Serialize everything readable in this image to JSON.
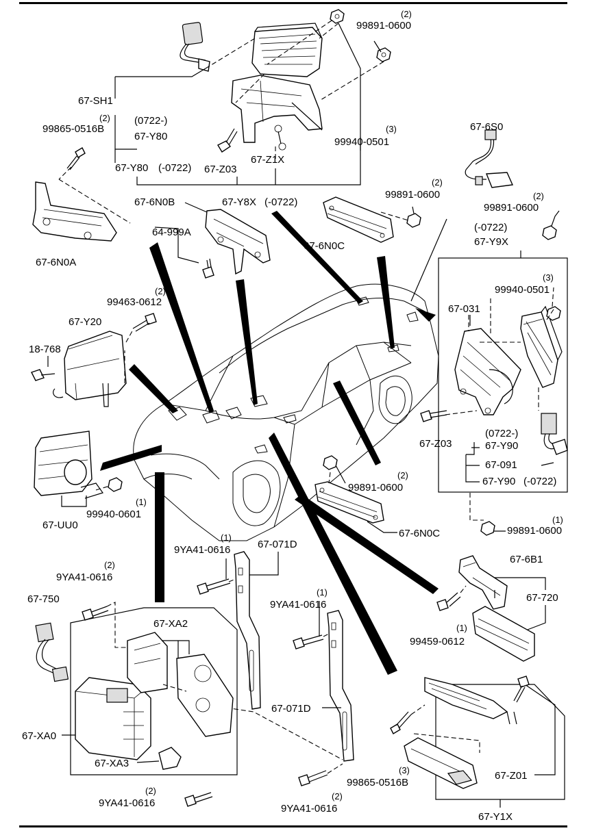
{
  "labels": {
    "sh1": "67-SH1",
    "q0722a": "(0722-)",
    "y80a": "67-Y80",
    "y80b": "67-Y80",
    "y80b_suffix": "(-0722)",
    "z03a": "67-Z03",
    "z1x": "67-Z1X",
    "y8x": "67-Y8X",
    "y8x_suffix": "(-0722)",
    "n0b": "67-6N0B",
    "n0a": "67-6N0A",
    "n0c1": "67-6N0C",
    "n0c2": "67-6N0C",
    "s999a": "64-999A",
    "s60": "67-6S0",
    "y9x_pre": "(-0722)",
    "y9x": "67-Y9X",
    "o031": "67-031",
    "z03b": "67-Z03",
    "q0722b": "(0722-)",
    "y90a": "67-Y90",
    "o091": "67-091",
    "y90b": "67-Y90",
    "y90b_suffix": "(-0722)",
    "y20": "67-Y20",
    "r768": "18-768",
    "uu0": "67-UU0",
    "o071d1": "67-071D",
    "o071d2": "67-071D",
    "b6b1": "67-6B1",
    "o720": "67-720",
    "o750": "67-750",
    "xa2": "67-XA2",
    "xa0": "67-XA0",
    "xa3": "67-XA3",
    "z01": "67-Z01",
    "y1x": "67-Y1X"
  },
  "fasteners": {
    "f1": {
      "part": "99891-0600",
      "qty": "(2)"
    },
    "f2": {
      "part": "99865-0516B",
      "qty": "(2)"
    },
    "f3": {
      "part": "99940-0501",
      "qty": "(3)"
    },
    "f4": {
      "part": "99891-0600",
      "qty": "(2)"
    },
    "f5": {
      "part": "99891-0600",
      "qty": "(2)"
    },
    "f6": {
      "part": "99940-0501",
      "qty": "(3)"
    },
    "f7": {
      "part": "99463-0612",
      "qty": "(2)"
    },
    "f8": {
      "part": "99891-0600",
      "qty": "(2)"
    },
    "f9": {
      "part": "99940-0601",
      "qty": "(1)"
    },
    "f10": {
      "part": "99891-0600",
      "qty": "(1)"
    },
    "f11": {
      "part": "9YA41-0616",
      "qty": "(1)"
    },
    "f12": {
      "part": "9YA41-0616",
      "qty": "(2)"
    },
    "f13": {
      "part": "9YA41-0616",
      "qty": "(1)"
    },
    "f14": {
      "part": "99459-0612",
      "qty": "(1)"
    },
    "f15": {
      "part": "99865-0516B",
      "qty": "(3)"
    },
    "f16": {
      "part": "9YA41-0616",
      "qty": "(2)"
    },
    "f17": {
      "part": "9YA41-0616",
      "qty": "(2)"
    }
  }
}
